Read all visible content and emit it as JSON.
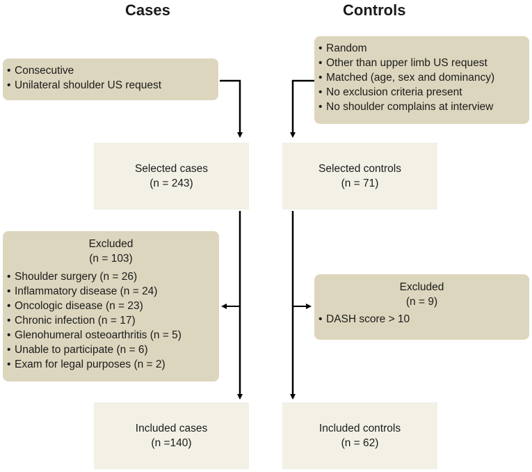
{
  "headers": {
    "cases": "Cases",
    "controls": "Controls"
  },
  "cases": {
    "criteria": [
      "Consecutive",
      "Unilateral shoulder US request"
    ],
    "selected": {
      "title": "Selected cases",
      "count": "(n = 243)"
    },
    "excluded": {
      "title": "Excluded",
      "count": "(n = 103)",
      "items": [
        "Shoulder surgery (n = 26)",
        "Inflammatory disease (n = 24)",
        "Oncologic disease (n = 23)",
        "Chronic infection (n = 17)",
        "Glenohumeral osteoarthritis (n = 5)",
        "Unable to participate (n = 6)",
        "Exam for legal purposes (n = 2)"
      ]
    },
    "included": {
      "title": "Included cases",
      "count": "(n =140)"
    }
  },
  "controls": {
    "criteria": [
      "Random",
      "Other than upper limb US request",
      "Matched (age, sex and dominancy)",
      "No exclusion criteria present",
      "No shoulder complains at interview"
    ],
    "selected": {
      "title": "Selected controls",
      "count": "(n = 71)"
    },
    "excluded": {
      "title": "Excluded",
      "count": "(n = 9)",
      "items": [
        "DASH score > 10"
      ]
    },
    "included": {
      "title": "Included controls",
      "count": "(n = 62)"
    }
  },
  "colors": {
    "criteria_box": "#ddd6be",
    "flow_box": "#f3f1e6",
    "arrow": "#000000"
  }
}
